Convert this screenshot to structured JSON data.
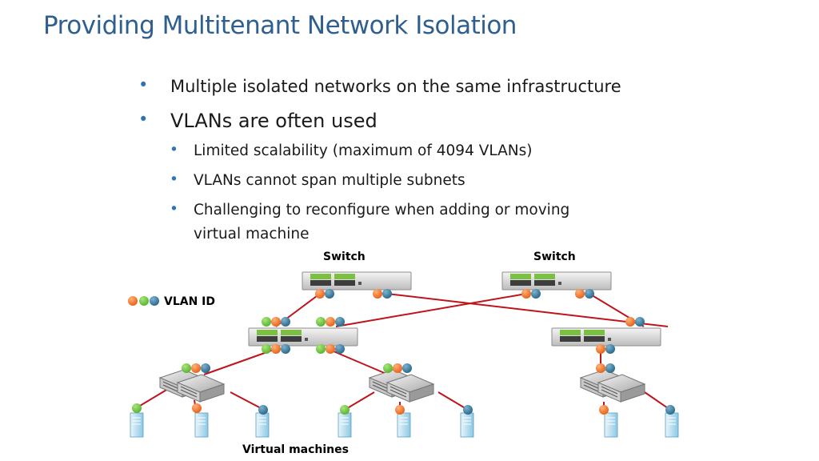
{
  "title": "Providing Multitenant Network Isolation",
  "bullets": [
    {
      "text": "Multiple isolated networks on the same infrastructure"
    },
    {
      "text": "VLANs are often used"
    },
    {
      "text": "Limited scalability (maximum of 4094 VLANs)"
    },
    {
      "text": "VLANs cannot span multiple subnets"
    },
    {
      "text": "Challenging to reconfigure when adding or moving"
    },
    {
      "text": "virtual machine"
    }
  ],
  "diagram": {
    "labels": {
      "switch_left": "Switch",
      "switch_right": "Switch",
      "vlan_legend": "VLAN ID",
      "virtual_machines": "Virtual machines"
    },
    "colors": {
      "vlan_orange": "#e8641c",
      "vlan_green": "#5cb531",
      "vlan_blue": "#2c6a8c",
      "link_red": "#c0141c",
      "bullet_blue": "#2f73b7",
      "title_blue": "#2e5f8f"
    }
  }
}
